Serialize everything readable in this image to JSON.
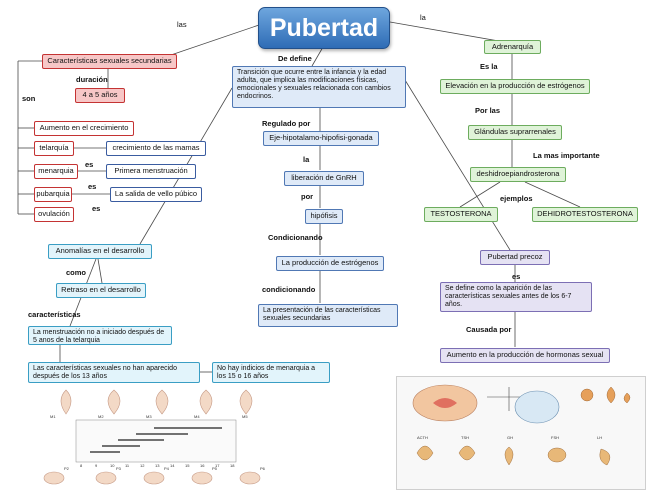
{
  "title": "Pubertad",
  "nodes": {
    "caracteristicas": "Características sexuales secundarias",
    "edad": "4 a 5 años",
    "aumento": "Aumento en el crecimiento",
    "telarquia": "telarquía",
    "crec_mamas": "crecimiento de las mamas",
    "menarquia": "menarquia",
    "primera_menstruacion": "Primera menstruación",
    "pubarquia": "pubarquia",
    "vello": "La salida de vello púbico",
    "ovulacion": "ovulación",
    "definicion": "Transición que ocurre entre la infancia y la edad adulta, que implica las modificaciones físicas, emocionales y sexuales relacionada con cambios endocrinos.",
    "eje": "Eje-hipotalamo-hipofisi-gonada",
    "gnrh": "liberación de GnRH",
    "hipofisis": "hipófisis",
    "estrogenos_prod": "La producción de estrógenos",
    "presentacion": "La presentación de las características sexuales secundarias",
    "anomalias": "Anomalías en el desarrollo",
    "retraso": "Retraso en el desarrollo",
    "menstruacion_no": "La menstruación no a iniciado después de 5 anos de la telarquia",
    "caract_no": "Las características sexuales no han aparecido después de los 13 años",
    "no_indicios": "No hay indicios de menarquia a los 15  o 16 años",
    "adrenarquia": "Adrenarquía",
    "elevacion": "Elevación en la producción de estrógenos",
    "glandulas": "Glándulas suprarrenales",
    "dhea": "deshidroepiandrosterona",
    "testosterona": "TESTOSTERONA",
    "dhtest": "DEHIDROTESTOSTERONA",
    "precoz": "Pubertad precoz",
    "precoz_def": "Se define como la aparición de las características sexuales antes de los 6-7 años.",
    "aumento_hormonas": "Aumento en la producción de hormonas sexual"
  },
  "labels": {
    "las": "las",
    "la_top": "la",
    "duracion": "duración",
    "son": "son",
    "es1": "es",
    "es2": "es",
    "es3": "es",
    "de_define": "De define",
    "regulado_por": "Regulado por",
    "la_mid": "la",
    "por": "por",
    "condicionando": "Condicionando",
    "condicionando2": "condicionando",
    "como": "como",
    "caracteristicas_lbl": "características",
    "es_la": "Es la",
    "por_las": "Por las",
    "la_mas_importante": "La mas importante",
    "ejemplos": "ejemplos",
    "es_precoz": "es",
    "causada_por": "Causada por"
  },
  "illustrations": {
    "left_axis_ticks": [
      "8",
      "9",
      "10",
      "11",
      "12",
      "13",
      "14",
      "15",
      "16",
      "17",
      "18"
    ],
    "left_stage_top": [
      "M1",
      "M2",
      "M3",
      "M4",
      "M5"
    ],
    "left_stage_bottom": [
      "P2",
      "P3",
      "P4",
      "P5",
      "P6"
    ],
    "right_labels": [
      "ACTH",
      "TSH",
      "GH",
      "FSH",
      "LH"
    ]
  }
}
